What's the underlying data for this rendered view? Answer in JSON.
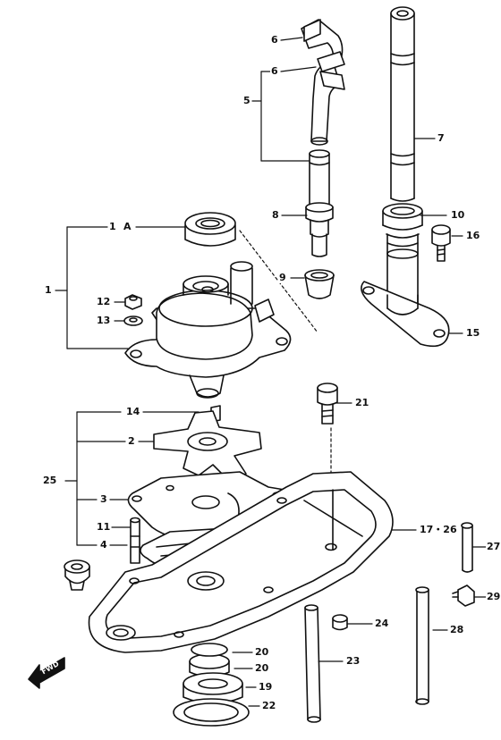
{
  "diagram": {
    "forward_marker": "FWD",
    "callouts": {
      "c1a": "1",
      "c1a_suffix": "A",
      "c1": "1",
      "c2": "2",
      "c3": "3",
      "c4": "4",
      "c5": "5",
      "c6a": "6",
      "c6b": "6",
      "c7": "7",
      "c8": "8",
      "c9": "9",
      "c10": "10",
      "c11": "11",
      "c12": "12",
      "c13": "13",
      "c14": "14",
      "c15": "15",
      "c16": "16",
      "c17": "17・26",
      "c19": "19",
      "c20a": "20",
      "c20b": "20",
      "c21": "21",
      "c22": "22",
      "c23": "23",
      "c24": "24",
      "c25": "25",
      "c27": "27",
      "c28": "28",
      "c29": "29"
    },
    "colors": {
      "ink": "#111111",
      "paper": "#ffffff"
    }
  }
}
